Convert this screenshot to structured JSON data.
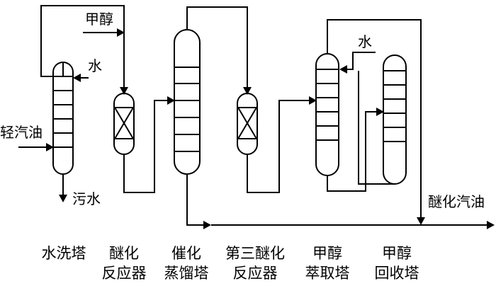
{
  "labels": {
    "methanol_in": "甲醇",
    "water_wash": "水",
    "light_gasoline": "轻汽油",
    "waste_water": "污水",
    "water_extract": "水",
    "etherified_gasoline": "醚化汽油"
  },
  "captions": {
    "wash_tower": "水洗塔",
    "ether_reactor_1": "醚化",
    "ether_reactor_2": "反应器",
    "cat_dist_1": "催化",
    "cat_dist_2": "蒸馏塔",
    "third_reactor_1": "第三醚化",
    "third_reactor_2": "反应器",
    "extract_1": "甲醇",
    "extract_2": "萃取塔",
    "recovery_1": "甲醇",
    "recovery_2": "回收塔"
  }
}
